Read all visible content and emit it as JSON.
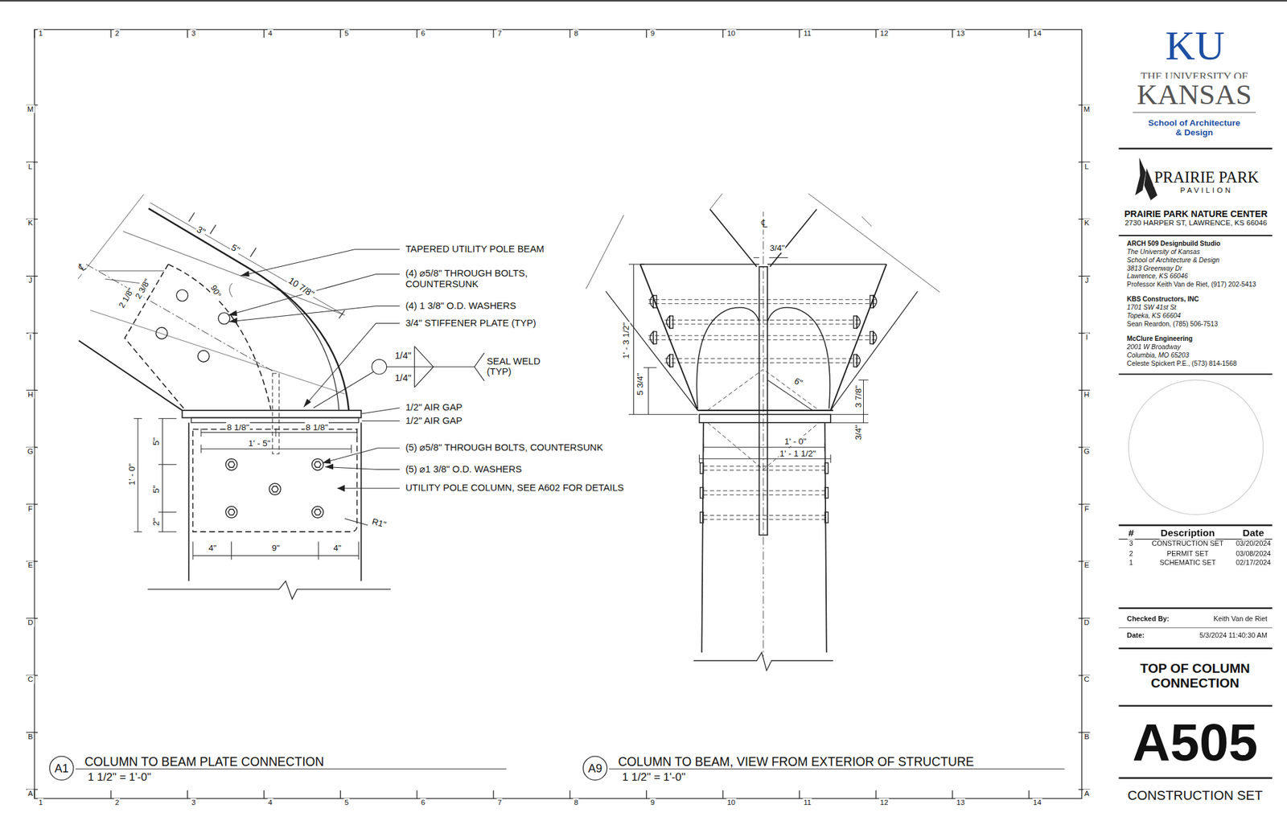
{
  "diagram": {
    "title": "TOP OF COLUMN CONNECTION",
    "nodes": [
      {
        "text": [
          "A1"
        ]
      },
      {
        "text": [
          "A9"
        ]
      }
    ],
    "labels": [
      "1",
      "2",
      "3",
      "4",
      "5",
      "6",
      "7",
      "8",
      "9",
      "10",
      "11",
      "12",
      "13",
      "14",
      "1",
      "2",
      "3",
      "4",
      "5",
      "6",
      "7",
      "8",
      "9",
      "10",
      "11",
      "12",
      "13",
      "14",
      "M",
      "L",
      "K",
      "J",
      "I",
      "H",
      "G",
      "F",
      "E",
      "D",
      "C",
      "B",
      "A",
      "M",
      "L",
      "K",
      "J",
      "I",
      "H",
      "G",
      "F",
      "E",
      "D",
      "C",
      "B",
      "A",
      "℄",
      "3\"",
      "5\"",
      "10 7/8\"",
      "90°",
      "2 1/8\"",
      "2 3/8\"",
      "TAPERED UTILITY POLE BEAM",
      "(4) ⌀5/8\" THROUGH BOLTS, COUNTERSUNK",
      "(4) 1 3/8\" O.D. WASHERS",
      "3/4\" STIFFENER PLATE (TYP)",
      "1/4\"",
      "1/4\"",
      "SEAL WELD (TYP)",
      "1/2\" AIR GAP",
      "1/2\" AIR GAP",
      "8 1/8\"",
      "8 1/8\"",
      "1' - 5\"",
      "(5) ⌀5/8\" THROUGH BOLTS, COUNTERSUNK",
      "(5) ⌀1 3/8\" O.D. WASHERS",
      "UTILITY POLE COLUMN, SEE A602 FOR DETAILS",
      "5\"",
      "1' - 0\"",
      "5\"",
      "2\"",
      "R1\"",
      "4\"",
      "9\"",
      "4\"",
      "COLUMN TO BEAM PLATE CONNECTION",
      "1 1/2\" = 1'-0\"",
      "℄",
      "3/4\"",
      "1' - 3 1/2\"",
      "5 3/4\"",
      "6\"",
      "3 7/8\"",
      "3/4\"",
      "1' - 0\"",
      "1' - 1 1/2\"",
      "COLUMN TO BEAM, VIEW FROM EXTERIOR OF STRUCTURE",
      "1 1/2\" = 1'-0\"",
      "KU",
      "THE UNIVERSITY OF",
      "KANSAS",
      "School of Architecture",
      "& Design",
      "PRAIRIE PARK",
      "PAVILION",
      "PRAIRIE PARK NATURE CENTER",
      "2730 HARPER ST, LAWRENCE, KS 66046",
      "ARCH 509 Designbuild Studio",
      "The University of Kansas",
      "School of Architecture & Design",
      "3813 Greenway Dr",
      "Lawrence, KS 66046",
      "Professor Keith Van de Riet, (917) 202-5413",
      "KBS Constructors, INC",
      "1701 SW 41st St",
      "Topeka, KS 66604",
      "Sean Reardon, (785) 506-7513",
      "McClure Engineering",
      "2001 W Broadway",
      "Columbia, MO 65203",
      "Celeste Spickert P.E., (573) 814-1568",
      "#",
      "Description",
      "Date",
      "3",
      "CONSTRUCTION SET",
      "03/20/2024",
      "2",
      "PERMIT SET",
      "03/08/2024",
      "1",
      "SCHEMATIC SET",
      "02/17/2024",
      "Checked By:",
      "Keith Van de Riet",
      "Date:",
      "5/3/2024 11:40:30 AM",
      "A505",
      "CONSTRUCTION SET"
    ]
  }
}
